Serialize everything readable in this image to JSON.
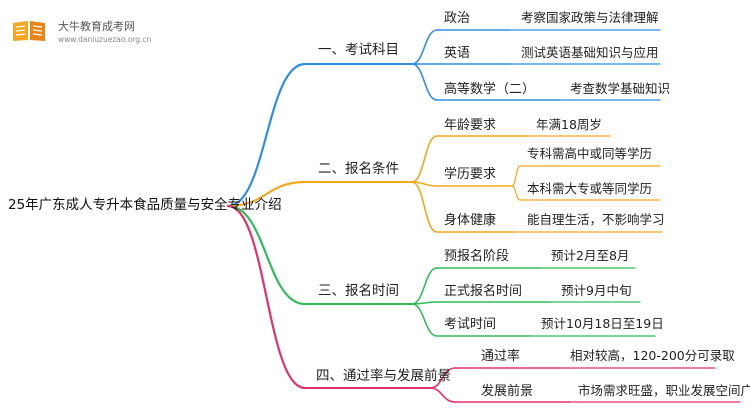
{
  "logo": {
    "title": "大牛教育成考网",
    "url": "www.daniuzuezao.org.cn"
  },
  "colors": {
    "blue": "#2f8ee0",
    "orange": "#f2a81c",
    "green": "#2fbd5a",
    "pink": "#e2316b"
  },
  "mindmap": {
    "root": "25年广东成人专升本食品质量与安全专业介绍",
    "branches": [
      {
        "label": "一、考试科目",
        "items": [
          {
            "label": "政治",
            "details": [
              "考察国家政策与法律理解"
            ]
          },
          {
            "label": "英语",
            "details": [
              "测试英语基础知识与应用"
            ]
          },
          {
            "label": "高等数学（二）",
            "details": [
              "考查数学基础知识"
            ]
          }
        ]
      },
      {
        "label": "二、报名条件",
        "items": [
          {
            "label": "年龄要求",
            "details": [
              "年满18周岁"
            ]
          },
          {
            "label": "学历要求",
            "details": [
              "专科需高中或同等学历",
              "本科需大专或等同学历"
            ]
          },
          {
            "label": "身体健康",
            "details": [
              "能自理生活，不影响学习"
            ]
          }
        ]
      },
      {
        "label": "三、报名时间",
        "items": [
          {
            "label": "预报名阶段",
            "details": [
              "预计2月至8月"
            ]
          },
          {
            "label": "正式报名时间",
            "details": [
              "预计9月中旬"
            ]
          },
          {
            "label": "考试时间",
            "details": [
              "预计10月18日至19日"
            ]
          }
        ]
      },
      {
        "label": "四、通过率与发展前景",
        "items": [
          {
            "label": "通过率",
            "details": [
              "相对较高，120-200分可录取"
            ]
          },
          {
            "label": "发展前景",
            "details": [
              "市场需求旺盛，职业发展空间广阔"
            ]
          }
        ]
      }
    ]
  }
}
